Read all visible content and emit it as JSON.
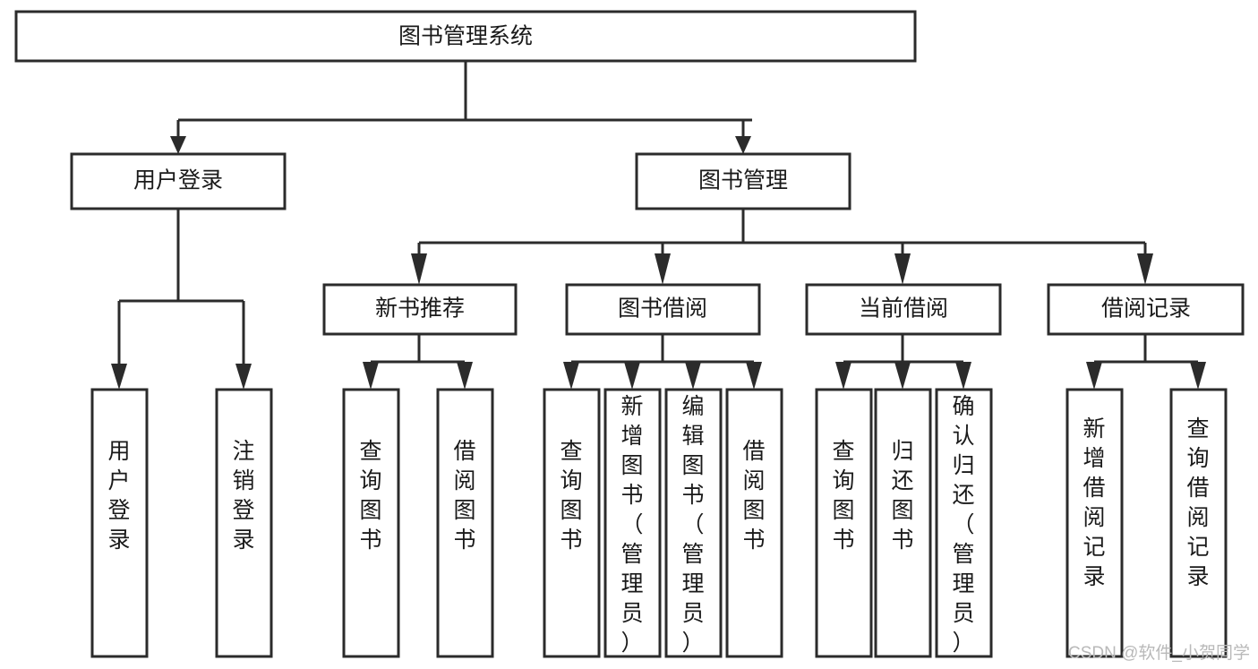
{
  "diagram": {
    "type": "tree-hierarchy-chart",
    "title": "图书管理系统",
    "orientation": "top-down",
    "colors": {
      "box_stroke": "#2b2b2b",
      "box_fill": "#ffffff",
      "text": "#1a1a1a",
      "background": "#ffffff",
      "watermark": "#b9b9b9"
    },
    "root": {
      "id": "root",
      "label": "图书管理系统"
    },
    "level2": [
      {
        "id": "user-login",
        "label": "用户登录"
      },
      {
        "id": "book-management",
        "label": "图书管理"
      }
    ],
    "level3": [
      {
        "id": "new-book-recommend",
        "label": "新书推荐",
        "parent": "book-management"
      },
      {
        "id": "book-borrow",
        "label": "图书借阅",
        "parent": "book-management"
      },
      {
        "id": "current-borrow",
        "label": "当前借阅",
        "parent": "book-management"
      },
      {
        "id": "borrow-record",
        "label": "借阅记录",
        "parent": "book-management"
      }
    ],
    "leaves": {
      "user-login": [
        {
          "id": "leaf-user-login",
          "label": "用户登录"
        },
        {
          "id": "leaf-logout-login",
          "label": "注销登录"
        }
      ],
      "new-book-recommend": [
        {
          "id": "leaf-query-book-1",
          "label": "查询图书"
        },
        {
          "id": "leaf-borrow-book-1",
          "label": "借阅图书"
        }
      ],
      "book-borrow": [
        {
          "id": "leaf-query-book-2",
          "label": "查询图书"
        },
        {
          "id": "leaf-add-book",
          "label": "新增图书（管理员）"
        },
        {
          "id": "leaf-edit-book",
          "label": "编辑图书（管理员）"
        },
        {
          "id": "leaf-borrow-book-2",
          "label": "借阅图书"
        }
      ],
      "current-borrow": [
        {
          "id": "leaf-query-book-3",
          "label": "查询图书"
        },
        {
          "id": "leaf-return-book",
          "label": "归还图书"
        },
        {
          "id": "leaf-confirm-return",
          "label": "确认归还（管理员）"
        }
      ],
      "borrow-record": [
        {
          "id": "leaf-add-borrow-record",
          "label": "新增借阅记录"
        },
        {
          "id": "leaf-query-borrow-record",
          "label": "查询借阅记录"
        }
      ]
    }
  },
  "watermark": {
    "text": "CSDN @软件_小贺同学"
  }
}
